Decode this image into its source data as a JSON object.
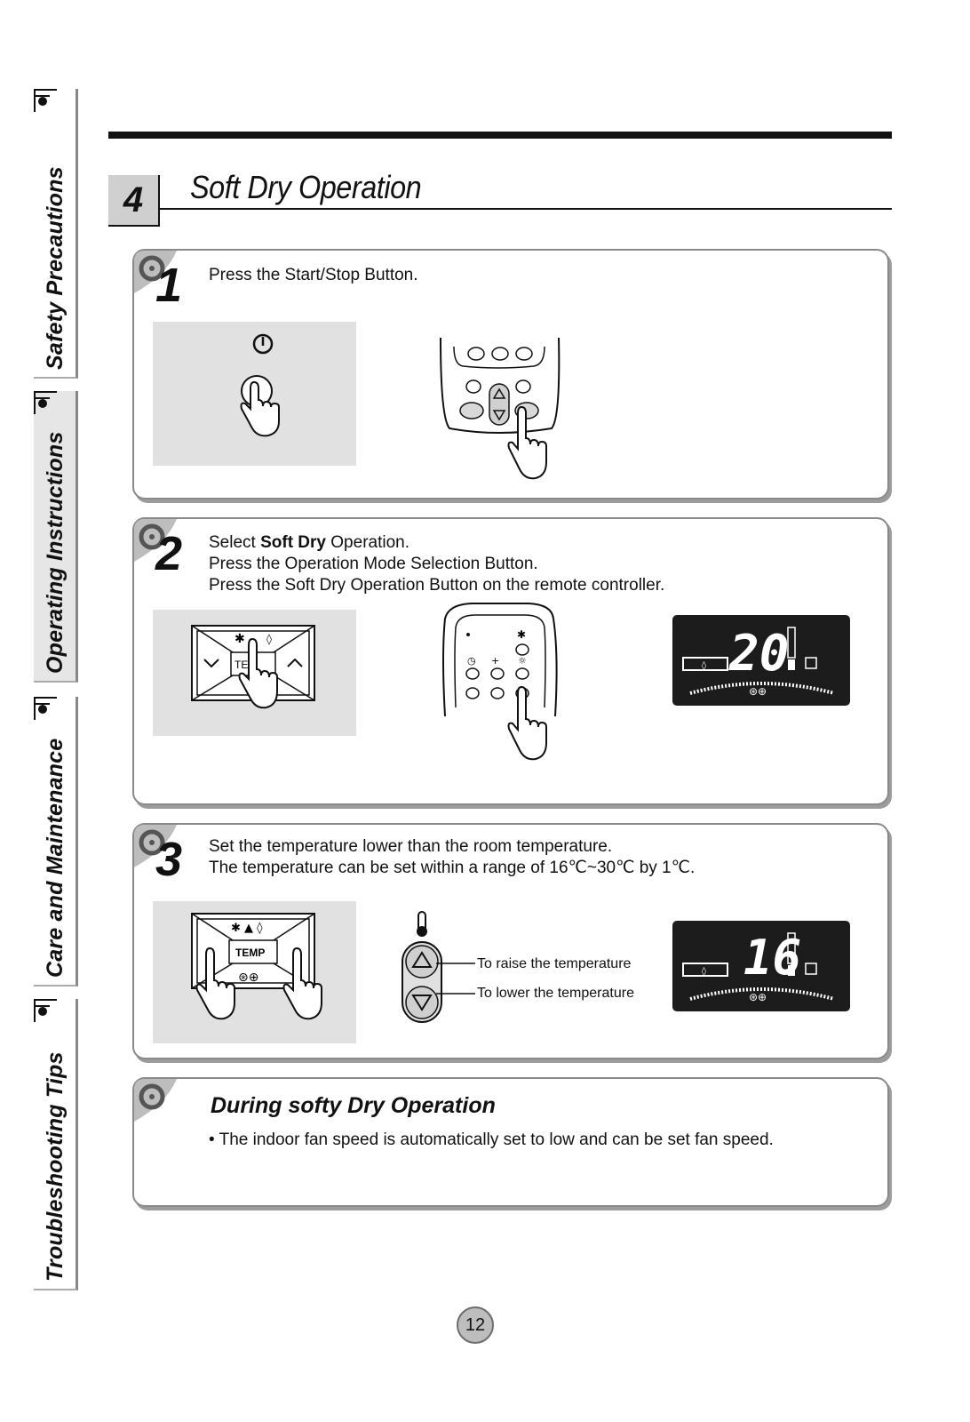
{
  "sidebar": {
    "tabs": [
      {
        "label": "Safety Precautions",
        "active": false
      },
      {
        "label": "Operating Instructions",
        "active": true
      },
      {
        "label": "Care and Maintenance",
        "active": false
      },
      {
        "label": "Troubleshooting Tips",
        "active": false
      }
    ]
  },
  "section": {
    "number": "4",
    "title": "Soft Dry Operation"
  },
  "steps": [
    {
      "number": "1",
      "lines": [
        "Press the Start/Stop Button."
      ]
    },
    {
      "number": "2",
      "line1_prefix": "Select ",
      "line1_bold": "Soft Dry",
      "line1_suffix": " Operation.",
      "line2": "Press the Operation Mode Selection Button.",
      "line3": "Press the Soft Dry Operation Button on the remote controller.",
      "display_temp": "20",
      "panel_label": "TE"
    },
    {
      "number": "3",
      "line1": "Set the temperature lower than the room temperature.",
      "line2": "The temperature can be set within a range of 16℃~30℃ by 1℃.",
      "panel_label": "TEMP",
      "callout_raise": "To raise the temperature",
      "callout_lower": "To lower the temperature",
      "display_temp": "16"
    }
  ],
  "note": {
    "title": "During softy Dry Operation",
    "text": "• The indoor fan speed is automatically set to low and can be set fan speed."
  },
  "page_number": "12",
  "colors": {
    "panel_border": "#8a8a8a",
    "gray_fill": "#e1e1e1",
    "lcd_background": "#1c1c1c"
  }
}
